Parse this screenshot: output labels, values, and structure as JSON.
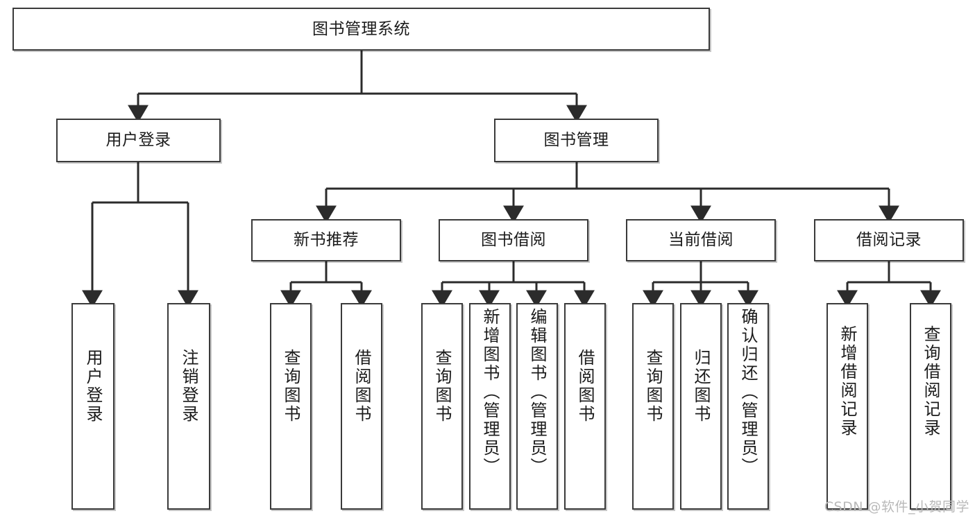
{
  "diagram": {
    "title": "图书管理系统",
    "type": "tree-hierarchy-chart",
    "orientation": "top-down",
    "colors": {
      "box_border": "#3a3a3a",
      "box_fill": "#ffffff",
      "connector": "#2b2b2b",
      "text": "#1b1b1b",
      "watermark": "#b9b9b9",
      "background": "#ffffff"
    }
  },
  "root": {
    "label": "图书管理系统"
  },
  "level2": [
    {
      "label": "用户登录"
    },
    {
      "label": "图书管理"
    }
  ],
  "level3": [
    {
      "label": "新书推荐"
    },
    {
      "label": "图书借阅"
    },
    {
      "label": "当前借阅"
    },
    {
      "label": "借阅记录"
    }
  ],
  "leaves": {
    "user_login": [
      {
        "label": "用户登录"
      },
      {
        "label": "注销登录"
      }
    ],
    "new_book_recommend": [
      {
        "label": "查询图书"
      },
      {
        "label": "借阅图书"
      }
    ],
    "book_borrow": [
      {
        "label": "查询图书"
      },
      {
        "label": "新增图书（管理员）"
      },
      {
        "label": "编辑图书（管理员）"
      },
      {
        "label": "借阅图书"
      }
    ],
    "current_borrow": [
      {
        "label": "查询图书"
      },
      {
        "label": "归还图书"
      },
      {
        "label": "确认归还（管理员）"
      }
    ],
    "borrow_record": [
      {
        "label": "新增借阅记录"
      },
      {
        "label": "查询借阅记录"
      }
    ]
  },
  "watermark": {
    "text": "CSDN @软件_小贺同学"
  }
}
